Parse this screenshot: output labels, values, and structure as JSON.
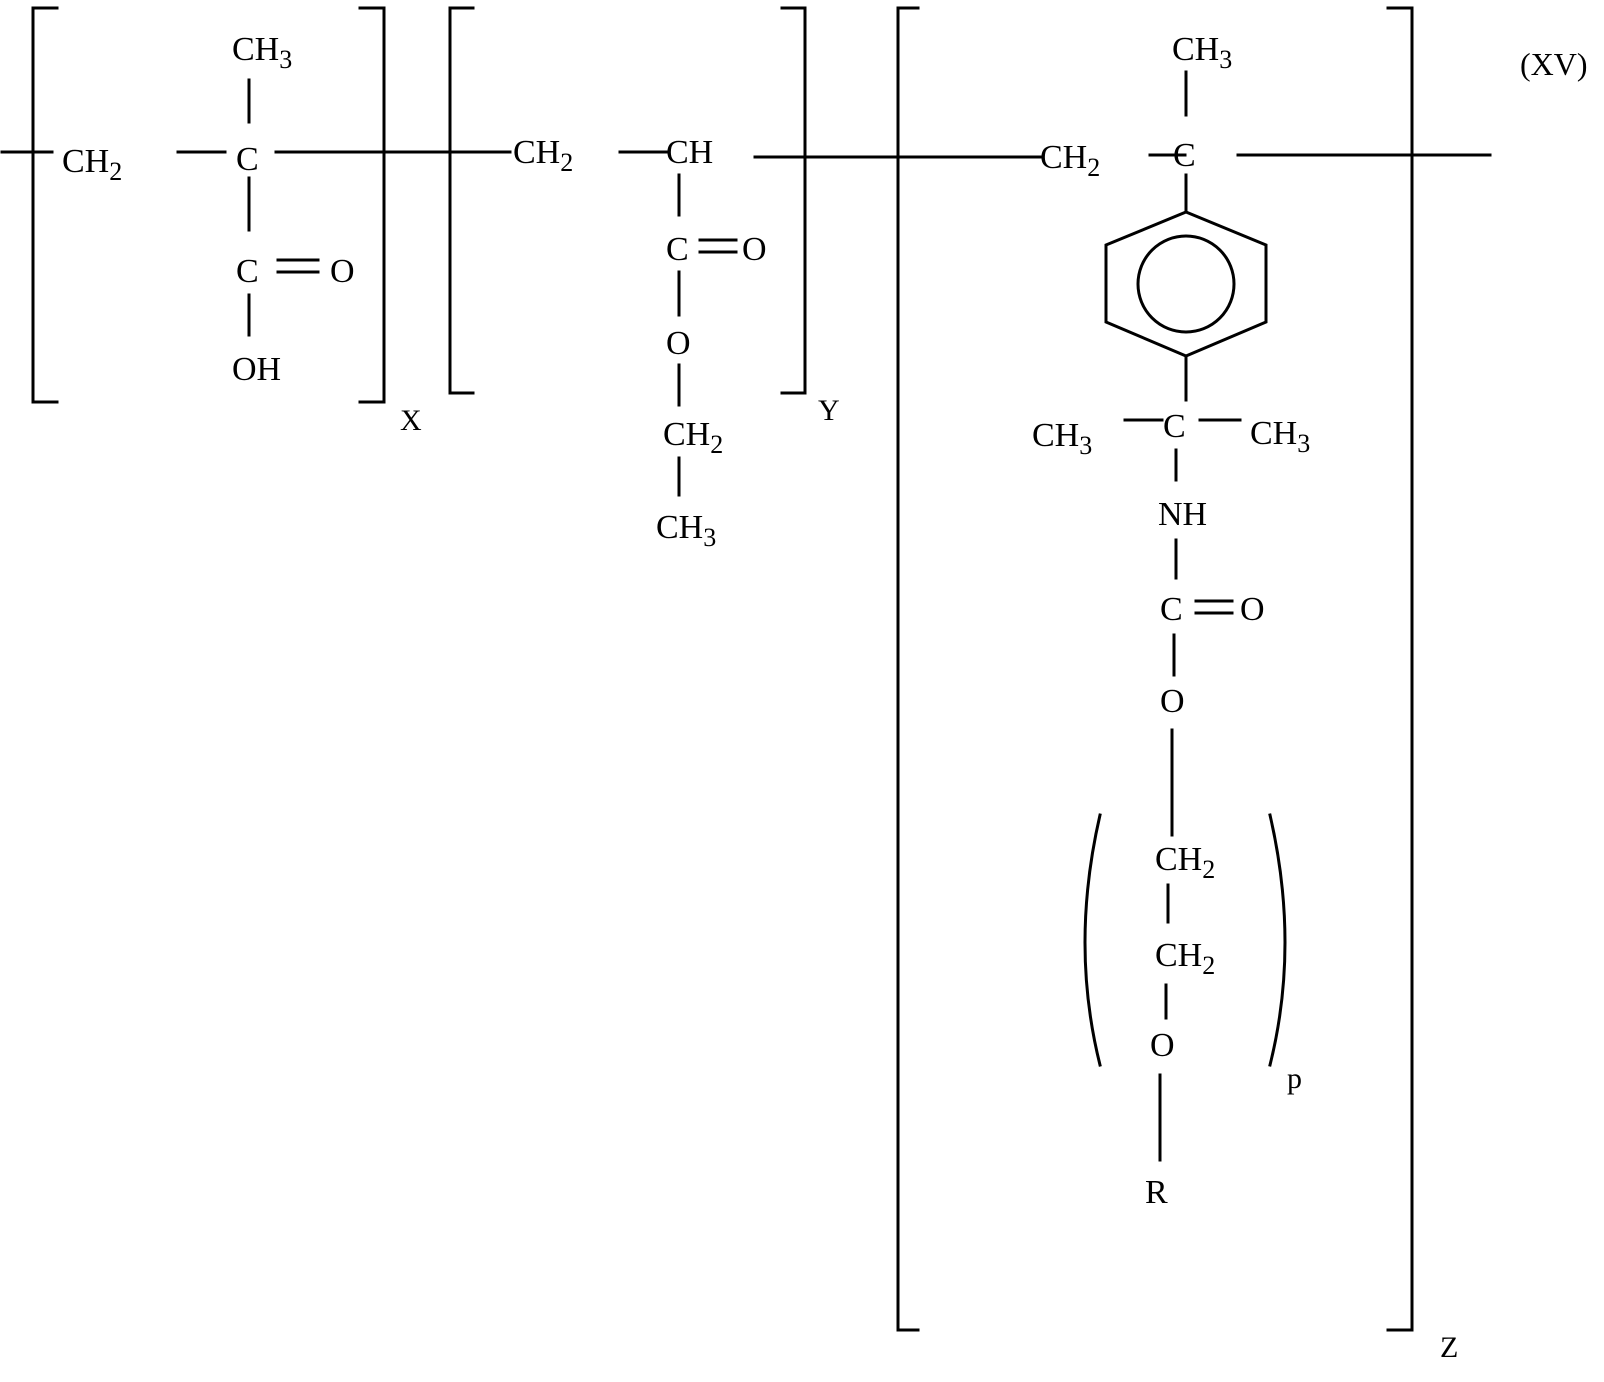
{
  "formula_label": "(XV)",
  "units": {
    "x": {
      "index": "X",
      "backbone": [
        "CH",
        "2",
        "C"
      ],
      "side_up": [
        "CH",
        "3"
      ],
      "side_down": [
        "C",
        "O",
        "OH"
      ]
    },
    "y": {
      "index": "Y",
      "backbone": [
        "CH",
        "2",
        "CH"
      ],
      "side_down": [
        "C",
        "O",
        "O",
        "CH",
        "2",
        "CH",
        "3"
      ]
    },
    "z": {
      "index": "Z",
      "backbone": [
        "CH",
        "2",
        "C"
      ],
      "side_up": [
        "CH",
        "3"
      ],
      "side_down": [
        "CH",
        "3",
        "C",
        "CH",
        "3",
        "NH",
        "C",
        "O",
        "O",
        "CH",
        "2",
        "CH",
        "2",
        "O",
        "R"
      ],
      "repeat_index": "p"
    }
  },
  "colors": {
    "ink": "#000000",
    "paper": "#ffffff"
  }
}
